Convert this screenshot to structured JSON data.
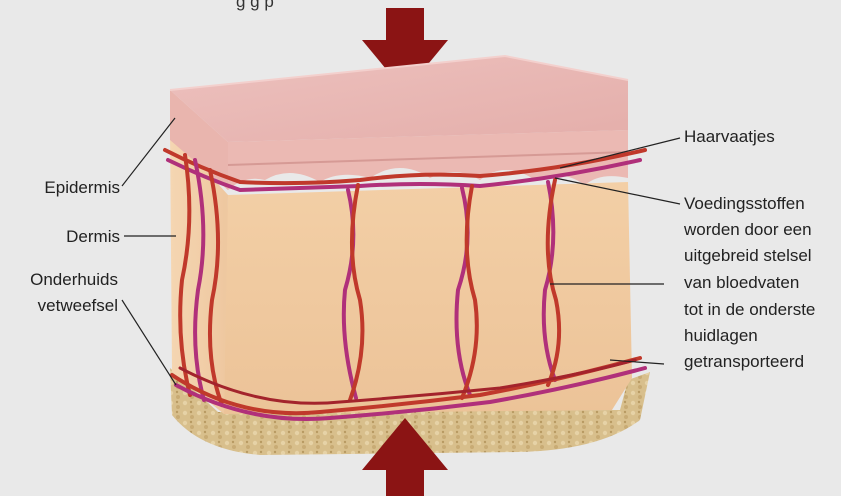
{
  "top_caption_fragment": "g     g            p",
  "labels": {
    "epidermis": "Epidermis",
    "dermis": "Dermis",
    "subcutis_line1": "Onderhuids",
    "subcutis_line2": "vetweefsel",
    "capillaries": "Haarvaatjes",
    "nutrients": [
      "Voedingsstoffen",
      "worden door een",
      "uitgebreid stelsel",
      "van bloedvaten",
      "tot in de onderste",
      "huidlagen",
      "getransporteerd"
    ]
  },
  "colors": {
    "arrow": "#8b1414",
    "epidermis_top": "#e8b8b4",
    "dermis": "#f0caa4",
    "fat": "#d9c08e",
    "vessel_red": "#c0392b",
    "vessel_purple": "#b0307a",
    "background": "#e9e9e9"
  },
  "icons": {
    "top_arrow": "arrow-down-icon",
    "bottom_arrow": "arrow-up-icon"
  }
}
